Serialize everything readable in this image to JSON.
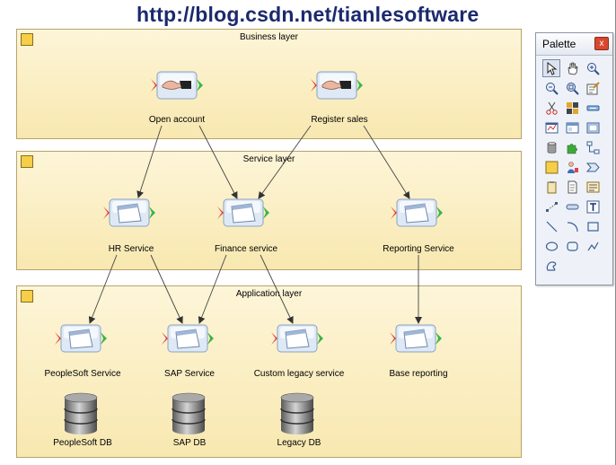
{
  "watermark": "http://blog.csdn.net/tianlesoftware",
  "layers": {
    "business": {
      "title": "Business layer"
    },
    "service": {
      "title": "Service layer"
    },
    "application": {
      "title": "Application layer"
    }
  },
  "nodes": {
    "open_account": "Open account",
    "register_sales": "Register sales",
    "hr_service": "HR Service",
    "finance_service": "Finance service",
    "reporting_service": "Reporting Service",
    "peoplesoft_service": "PeopleSoft Service",
    "sap_service": "SAP Service",
    "custom_legacy_service": "Custom legacy service",
    "base_reporting": "Base reporting",
    "peoplesoft_db": "PeopleSoft DB",
    "sap_db": "SAP DB",
    "legacy_db": "Legacy DB"
  },
  "palette": {
    "title": "Palette",
    "close": "x"
  },
  "colors": {
    "layer_fill": "#f8e8b0",
    "layer_icon": "#f6cf48",
    "watermark": "#1b2a6e"
  }
}
